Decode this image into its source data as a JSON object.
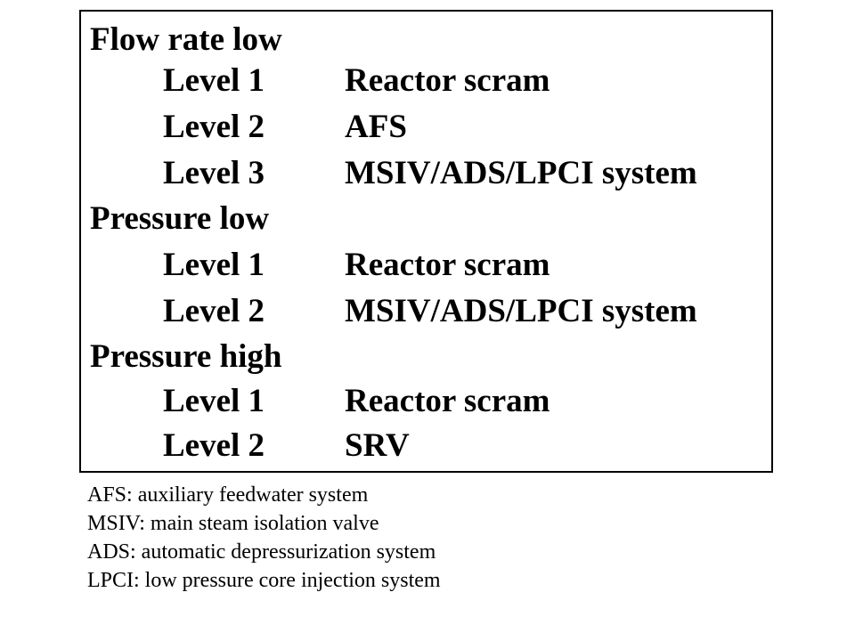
{
  "groups": [
    {
      "title": "Flow rate low",
      "rows": [
        {
          "level": "Level 1",
          "action": "Reactor scram"
        },
        {
          "level": "Level 2",
          "action": "AFS"
        },
        {
          "level": "Level 3",
          "action": "MSIV/ADS/LPCI system"
        }
      ]
    },
    {
      "title": "Pressure low",
      "rows": [
        {
          "level": "Level 1",
          "action": "Reactor scram"
        },
        {
          "level": "Level 2",
          "action": "MSIV/ADS/LPCI system"
        }
      ]
    },
    {
      "title": "Pressure high",
      "rows": [
        {
          "level": "Level 1",
          "action": "Reactor scram"
        },
        {
          "level": "Level 2",
          "action": "SRV"
        }
      ]
    }
  ],
  "notes": [
    "AFS: auxiliary feedwater system",
    "MSIV: main steam isolation valve",
    "ADS: automatic depressurization system",
    "LPCI: low pressure core injection system"
  ]
}
